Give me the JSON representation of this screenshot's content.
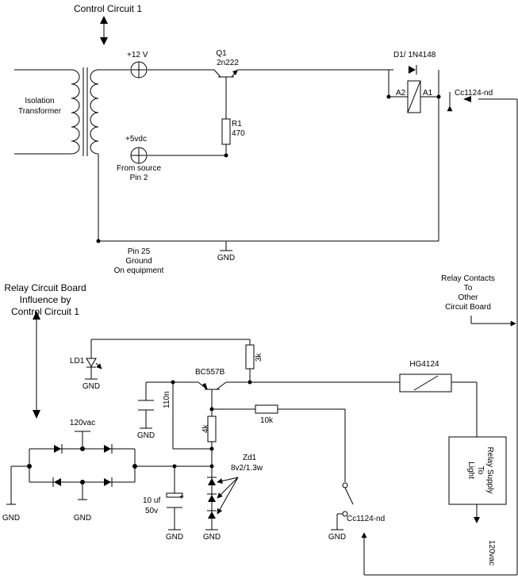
{
  "titles": {
    "control_circuit": "Control Circuit   1",
    "relay_board": [
      "Relay Circuit Board",
      "Influence by",
      "Control Circuit 1"
    ]
  },
  "upper": {
    "transformer": [
      "Isolation",
      "Transformer"
    ],
    "plus12": "+12 V",
    "plus5": "+5vdc",
    "from_source": [
      "From source",
      "Pin 2"
    ],
    "q1": [
      "Q1",
      "2n222"
    ],
    "r1": [
      "R1",
      "470"
    ],
    "d1": "D1/ 1N4148",
    "a2": "A2",
    "a1": "A1",
    "cc_top": "Cc1124-nd",
    "pin25": [
      "Pin 25",
      "Ground",
      "On equipment"
    ],
    "gnd": "GND"
  },
  "relay_contacts": [
    "Relay Contacts",
    "To",
    "Other",
    "Circuit Board"
  ],
  "lower": {
    "ld1": "LD1",
    "r3k": "3k",
    "hg": "HG4124",
    "bc": "BC557B",
    "c110n": "110n",
    "r10k": "10k",
    "r4k": "4k",
    "v120": "120vac",
    "zd1": [
      "Zd1",
      "8v2/1.3w"
    ],
    "c10uf": [
      "10 uf",
      "50v"
    ],
    "plus": "+",
    "cc_bottom": "Cc1124-nd",
    "relay_supply": [
      "Relay Supply",
      "To",
      "Light"
    ],
    "v120_out": "120vac",
    "gnd": "GND"
  }
}
